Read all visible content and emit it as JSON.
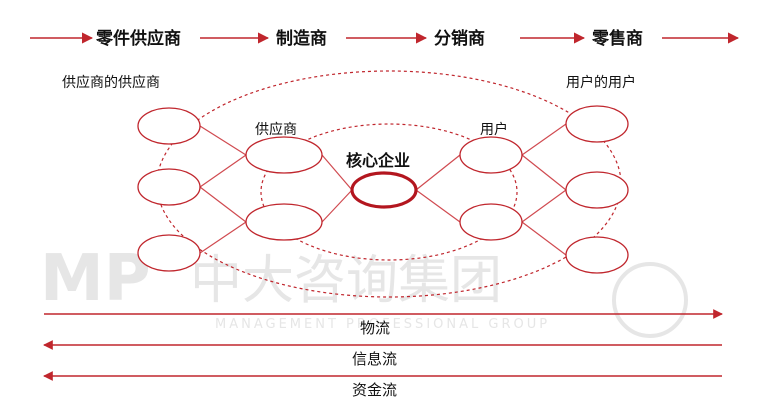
{
  "stages": [
    "零件供应商",
    "制造商",
    "分销商",
    "零售商"
  ],
  "labels": {
    "suppliers_of_suppliers": "供应商的供应商",
    "customers_of_customers": "用户的用户",
    "suppliers": "供应商",
    "customers": "用户",
    "core_enterprise": "核心企业"
  },
  "flows": [
    "物流",
    "信息流",
    "资金流"
  ],
  "watermark": {
    "logo": "MP",
    "name": "中大咨询集团",
    "subtitle": "MANAGEMENT PROFESSIONAL GROUP"
  },
  "colors": {
    "accent": "#c0262d",
    "core": "#b3161f",
    "line": "#d04a50",
    "watermark": "#e6e6e6"
  }
}
